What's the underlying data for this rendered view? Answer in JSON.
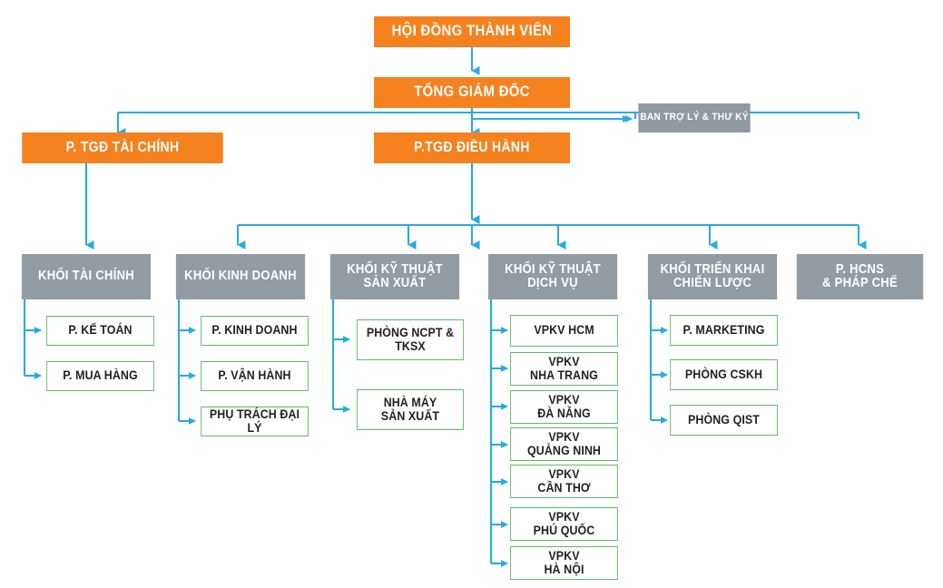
{
  "meta": {
    "title": "Sơ đồ tổ chức",
    "colors": {
      "executive_orange": "#F5821F",
      "division_gray": "#939BA3",
      "aide_gray": "#9199A1",
      "leaf_border_green": "#5EBB62",
      "connector_blue": "#29ABE2",
      "leaf_text": "#231f20",
      "background": "#FFFFFF"
    }
  },
  "nodes": {
    "board": {
      "label": "HỘI ĐỒNG THÀNH VIÊN"
    },
    "ceo": {
      "label": "TỔNG GIÁM ĐỐC"
    },
    "assistant_board": {
      "label": "BAN TRỢ LÝ & THƯ KÝ"
    },
    "deputy_finance": {
      "label": "P. TGĐ TÀI CHÍNH"
    },
    "deputy_operations": {
      "label": "P.TGĐ ĐIỀU HÀNH"
    }
  },
  "divisions": [
    {
      "id": "finance",
      "label": "KHỐI TÀI CHÍNH",
      "children": [
        {
          "label": "P. KẾ TOÁN"
        },
        {
          "label": "P. MUA HÀNG"
        }
      ]
    },
    {
      "id": "business",
      "label": "KHỐI KINH DOANH",
      "children": [
        {
          "label": "P. KINH DOANH"
        },
        {
          "label": "P. VẬN HÀNH"
        },
        {
          "label": "PHỤ TRÁCH ĐẠI LÝ"
        }
      ]
    },
    {
      "id": "tech-production",
      "label": "KHỐI KỸ THUẬT\nSẢN XUẤT",
      "children": [
        {
          "label": "PHÒNG NCPT & TKSX"
        },
        {
          "label": "NHÀ MÁY\nSẢN XUẤT"
        }
      ]
    },
    {
      "id": "tech-service",
      "label": "KHỐI KỸ THUẬT\nDỊCH VỤ",
      "children": [
        {
          "label": "VPKV HCM"
        },
        {
          "label": "VPKV\nNHA TRANG"
        },
        {
          "label": "VPKV\nĐÀ NẴNG"
        },
        {
          "label": "VPKV\nQUẢNG NINH"
        },
        {
          "label": "VPKV\nCẦN THƠ"
        },
        {
          "label": "VPKV\nPHÚ QUỐC"
        },
        {
          "label": "VPKV\nHÀ NỘI"
        }
      ]
    },
    {
      "id": "strategy",
      "label": "KHỐI TRIỂN KHAI\nCHIẾN LƯỢC",
      "children": [
        {
          "label": "P. MARKETING"
        },
        {
          "label": "PHÒNG CSKH"
        },
        {
          "label": "PHÒNG QIST"
        }
      ]
    },
    {
      "id": "hr-legal",
      "label": "P. HCNS\n& PHÁP CHẾ",
      "children": []
    }
  ]
}
